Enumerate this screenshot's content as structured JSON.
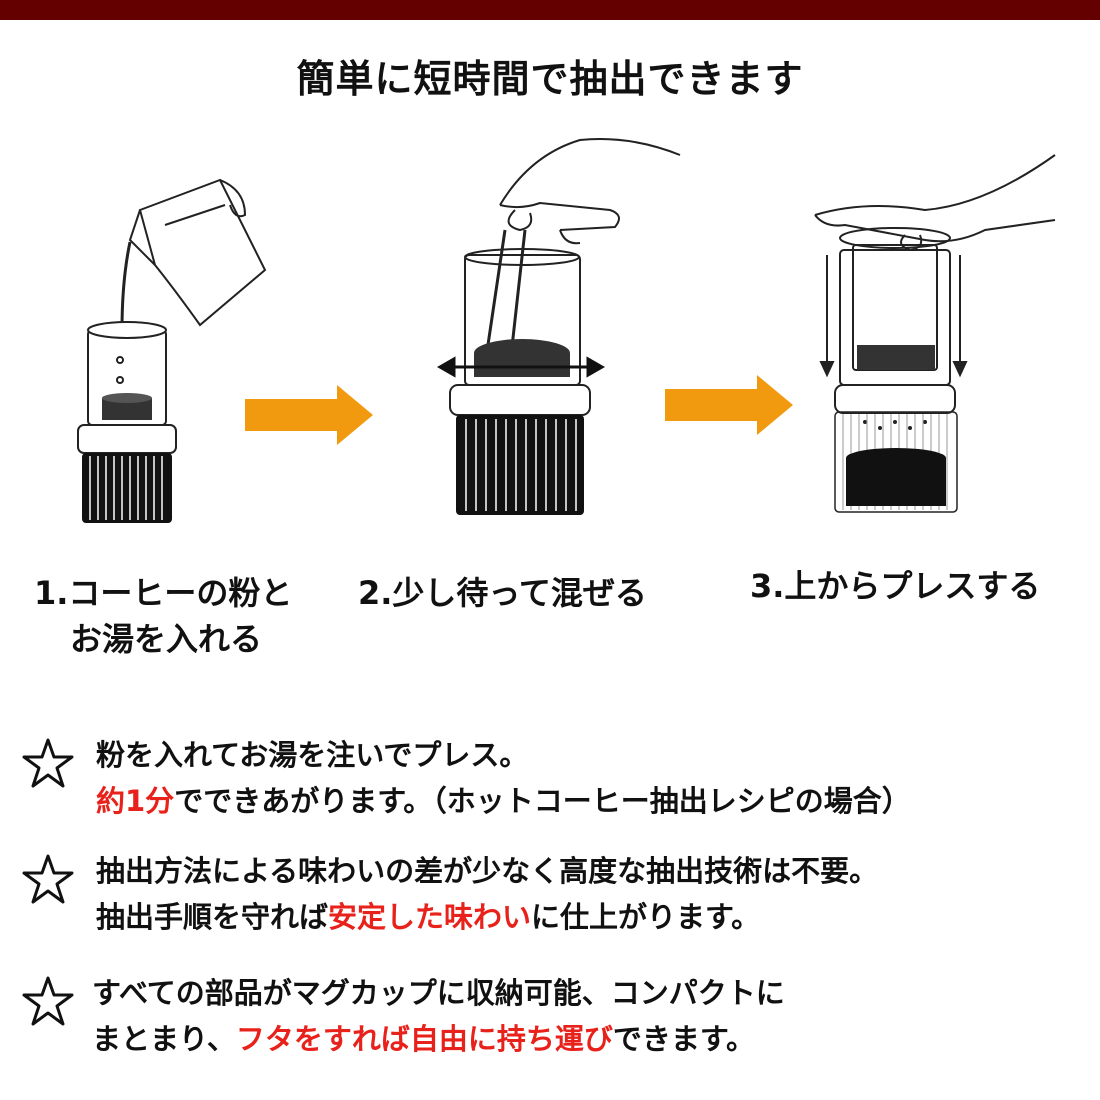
{
  "title": "簡単に短時間で抽出できます",
  "colors": {
    "topbar": "#640000",
    "arrow": "#f29a0f",
    "highlight": "#e8211b"
  },
  "steps": [
    {
      "line1": "1.コーヒーの粉と",
      "line2": "お湯を入れる",
      "illustration": "pouring-kettle-into-brewer"
    },
    {
      "line1": "2.少し待って混ぜる",
      "illustration": "stirring-with-paddle"
    },
    {
      "line1": "3.上からプレスする",
      "illustration": "pressing-plunger"
    }
  ],
  "bullets": [
    {
      "icon": "star-outline",
      "line1": "粉を入れてお湯を注いでプレス。",
      "line2_red": "約1分",
      "line2_rest": "でできあがります。（ホットコーヒー抽出レシピの場合）"
    },
    {
      "icon": "star-outline",
      "line1": "抽出方法による味わいの差が少なく高度な抽出技術は不要。",
      "line2_pre": "抽出手順を守れば",
      "line2_red": "安定した味わい",
      "line2_post": "に仕上がります。"
    },
    {
      "icon": "star-outline",
      "line1": "すべての部品がマグカップに収納可能、コンパクトに",
      "line2_pre": "まとまり、",
      "line2_red": "フタをすれば自由に持ち運び",
      "line2_post": "できます。"
    }
  ]
}
